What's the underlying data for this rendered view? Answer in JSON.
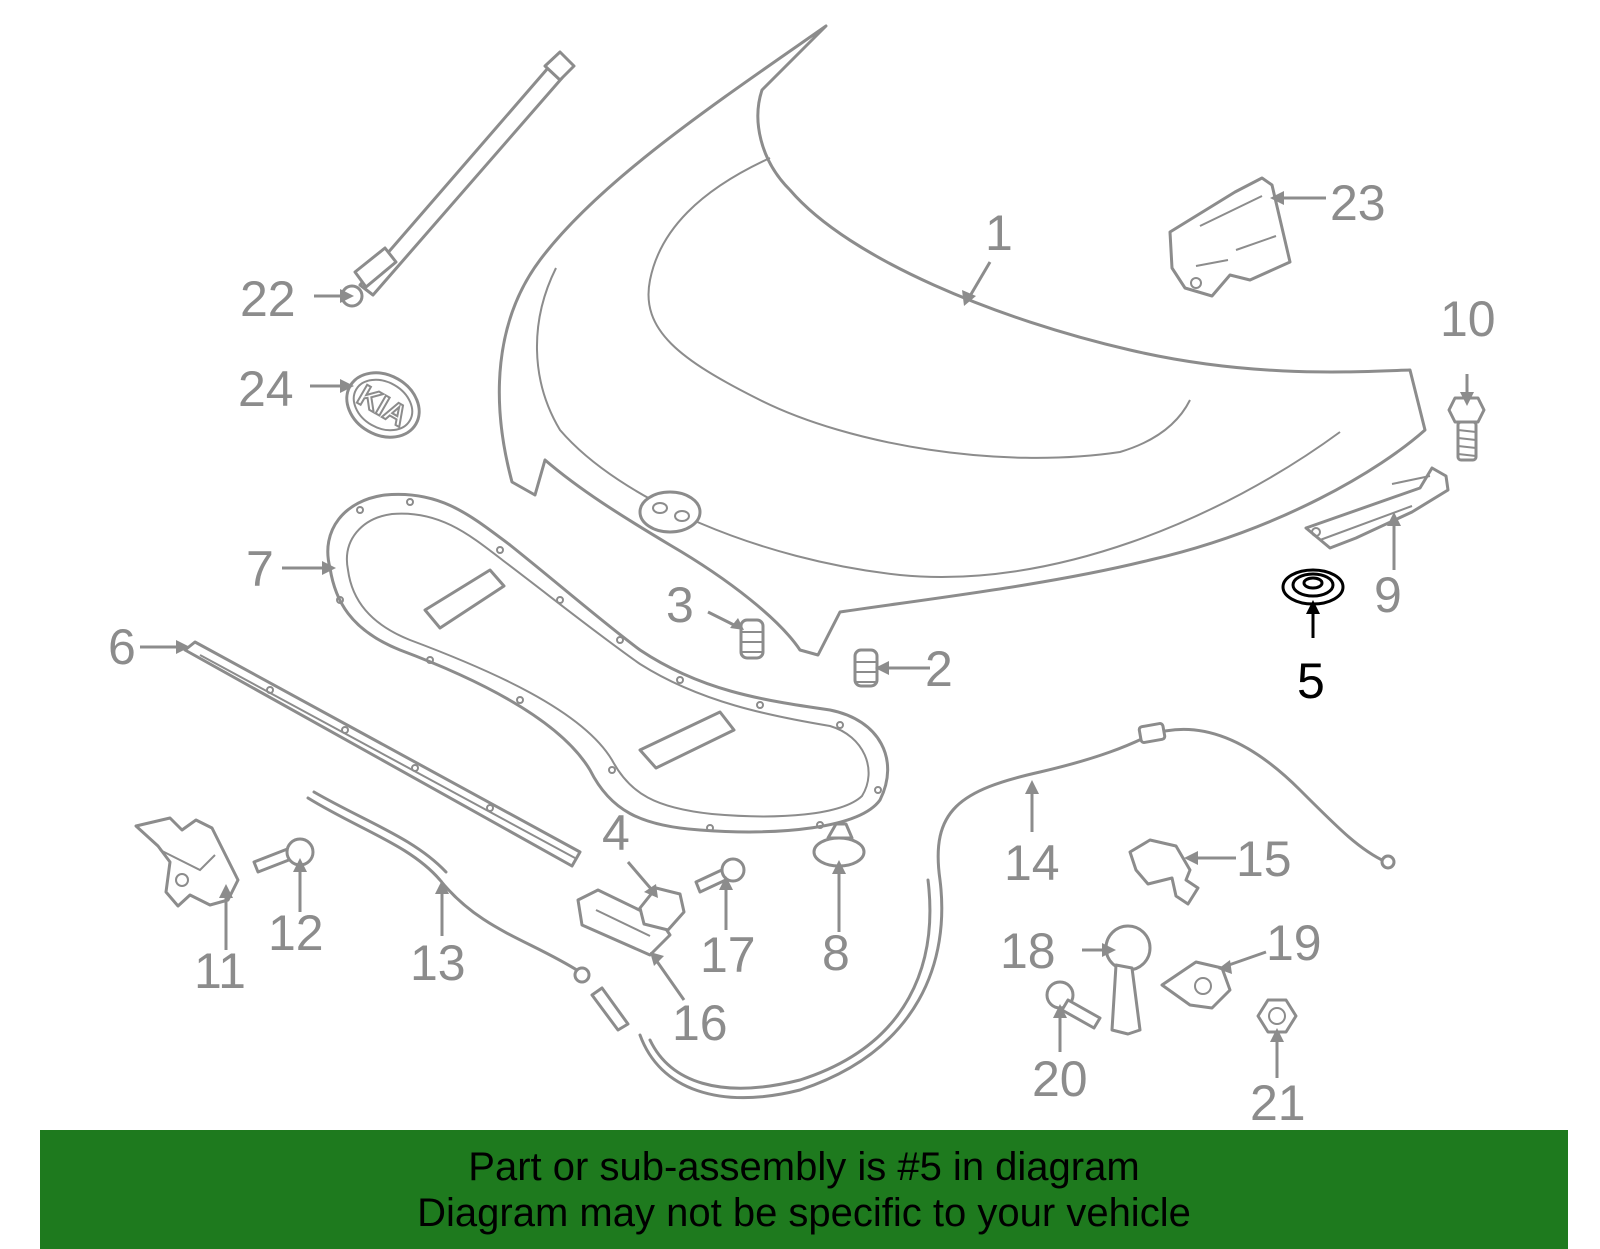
{
  "callouts": [
    {
      "id": "label-1",
      "text": "1"
    },
    {
      "id": "label-2",
      "text": "2"
    },
    {
      "id": "label-3",
      "text": "3"
    },
    {
      "id": "label-4",
      "text": "4"
    },
    {
      "id": "label-5",
      "text": "5"
    },
    {
      "id": "label-6",
      "text": "6"
    },
    {
      "id": "label-7",
      "text": "7"
    },
    {
      "id": "label-8",
      "text": "8"
    },
    {
      "id": "label-9",
      "text": "9"
    },
    {
      "id": "label-10",
      "text": "10"
    },
    {
      "id": "label-11",
      "text": "11"
    },
    {
      "id": "label-12",
      "text": "12"
    },
    {
      "id": "label-13",
      "text": "13"
    },
    {
      "id": "label-14",
      "text": "14"
    },
    {
      "id": "label-15",
      "text": "15"
    },
    {
      "id": "label-16",
      "text": "16"
    },
    {
      "id": "label-17",
      "text": "17"
    },
    {
      "id": "label-18",
      "text": "18"
    },
    {
      "id": "label-19",
      "text": "19"
    },
    {
      "id": "label-20",
      "text": "20"
    },
    {
      "id": "label-21",
      "text": "21"
    },
    {
      "id": "label-22",
      "text": "22"
    },
    {
      "id": "label-23",
      "text": "23"
    },
    {
      "id": "label-24",
      "text": "24"
    }
  ],
  "emblem": {
    "text": "KIA"
  },
  "highlight": {
    "part_number": "5",
    "color": "#000000"
  },
  "colors": {
    "part_stroke": "#8c8c8c",
    "banner_background": "#1e7a1e",
    "banner_text": "#000000"
  },
  "banner": {
    "line1": "Part or sub-assembly is #5 in diagram",
    "line2": "Diagram may not be specific to your vehicle"
  }
}
